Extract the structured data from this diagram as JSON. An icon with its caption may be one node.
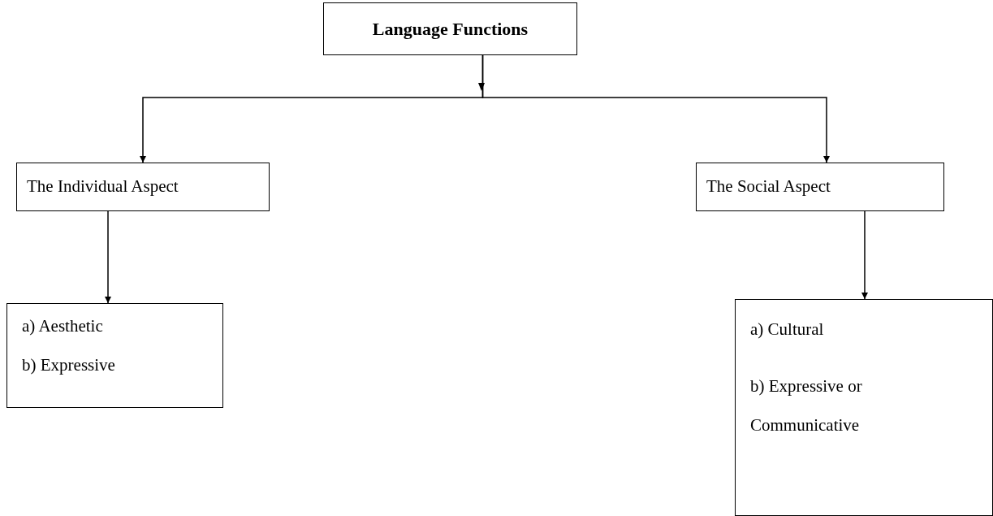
{
  "diagram": {
    "nodes": [
      {
        "text": [
          "Language Functions"
        ]
      },
      {
        "text": [
          "The Individual Aspect"
        ]
      },
      {
        "text": [
          "The Social Aspect"
        ]
      },
      {
        "text": [
          "a) Aesthetic",
          "b) Expressive"
        ]
      },
      {
        "text": [
          "a) Cultural",
          "b) Expressive or Communicative"
        ]
      }
    ],
    "edges": [
      {
        "from": 0,
        "to": 1,
        "arrow": "to"
      },
      {
        "from": 0,
        "to": 2,
        "arrow": "to"
      },
      {
        "from": 1,
        "to": 3,
        "arrow": "to"
      },
      {
        "from": 2,
        "to": 4,
        "arrow": "to"
      }
    ]
  }
}
